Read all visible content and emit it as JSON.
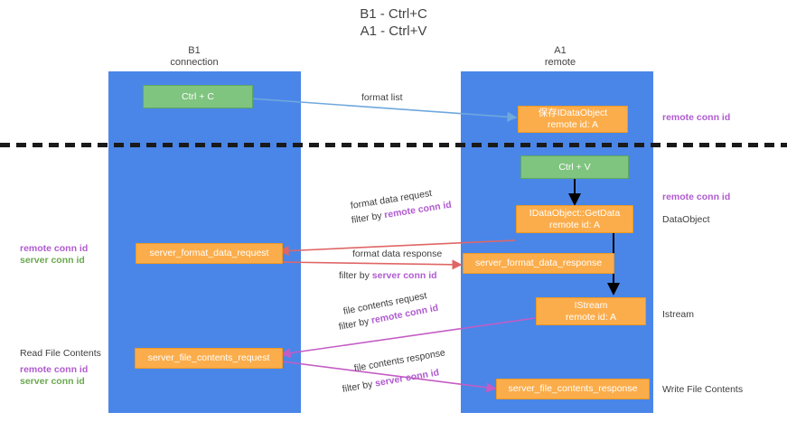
{
  "title": {
    "line1": "B1 - Ctrl+C",
    "line2": "A1 - Ctrl+V"
  },
  "lanes": [
    {
      "id": "b1",
      "name": "B1",
      "role": "connection"
    },
    {
      "id": "a1",
      "name": "A1",
      "role": "remote"
    }
  ],
  "colors": {
    "lane": "#4a86e8",
    "green_node": "#7fc47f",
    "orange_node": "#fbad4b",
    "purple_label": "#b05bd0",
    "green_label": "#6aa84f",
    "blue_arrow": "#6fa8dc",
    "red_arrow": "#e06666",
    "magenta_arrow": "#c45cc4",
    "black_arrow": "#000000",
    "divider": "#1a1a1a"
  },
  "nodes": {
    "ctrl_c": {
      "line1": "Ctrl + C"
    },
    "save_idataobject": {
      "line1": "保存IDataObject",
      "line2": "remote id: A"
    },
    "ctrl_v": {
      "line1": "Ctrl + V"
    },
    "getdata": {
      "line1": "IDataObject::GetData",
      "line2": "remote id: A"
    },
    "server_format_data_request": {
      "line1": "server_format_data_request"
    },
    "server_format_data_response": {
      "line1": "server_format_data_response"
    },
    "istream": {
      "line1": "IStream",
      "line2": "remote id: A"
    },
    "server_file_contents_request": {
      "line1": "server_file_contents_request"
    },
    "server_file_contents_response": {
      "line1": "server_file_contents_response"
    }
  },
  "edge_labels": {
    "format_list": "format list",
    "format_data_request": "format data request",
    "format_data_request_filter_prefix": "filter by ",
    "format_data_request_filter_key": "remote conn id",
    "format_data_response": "format data response",
    "format_data_response_filter_prefix": "filter by ",
    "format_data_response_filter_key": "server conn id",
    "file_contents_request": "file contents request",
    "file_contents_request_filter_prefix": "filter by ",
    "file_contents_request_filter_key": "remote conn id",
    "file_contents_response": "file contents response",
    "file_contents_response_filter_prefix": "filter by ",
    "file_contents_response_filter_key": "server conn id"
  },
  "side_labels": {
    "right_remote_conn_id_top": "remote conn id",
    "right_remote_conn_id_mid": "remote conn id",
    "right_dataobject": "DataObject",
    "right_istream": "Istream",
    "right_write_file_contents": "Write File Contents",
    "left_remote_conn_id_mid": "remote conn id",
    "left_server_conn_id_mid": "server conn id",
    "left_read_file_contents": "Read File Contents",
    "left_remote_conn_id_bottom": "remote conn id",
    "left_server_conn_id_bottom": "server conn id"
  }
}
